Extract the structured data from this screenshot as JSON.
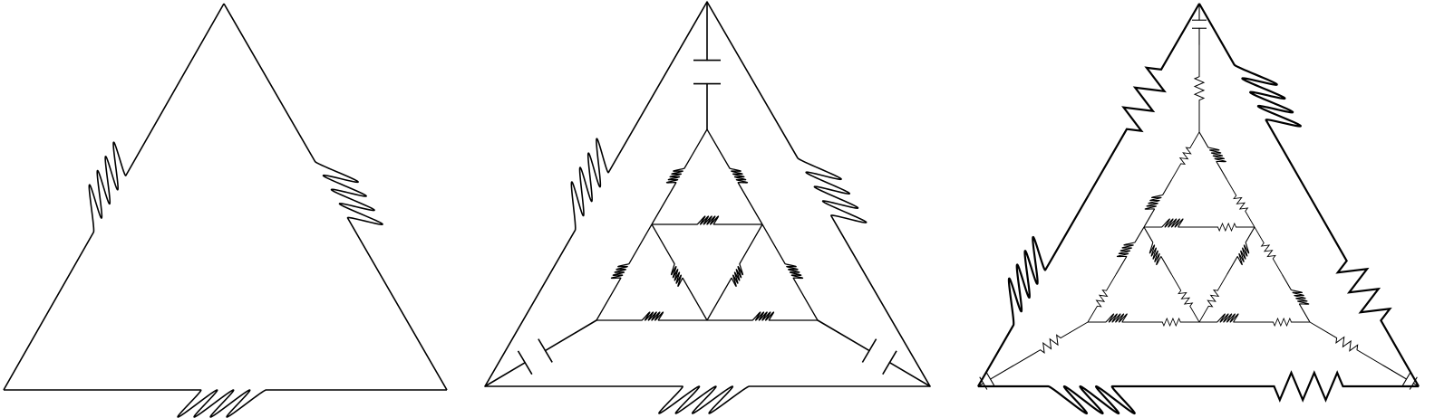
{
  "figure": {
    "panels": [
      {
        "id": "panel-1",
        "description_level": "triangle-with-three-inductors"
      },
      {
        "id": "panel-2",
        "description_level": "inductor-triangle-with-capacitors-and-inner-network"
      },
      {
        "id": "panel-3",
        "description_level": "rl-triangle-with-nested-network"
      }
    ],
    "colors": {
      "stroke": "#000000",
      "background": "#ffffff"
    }
  }
}
